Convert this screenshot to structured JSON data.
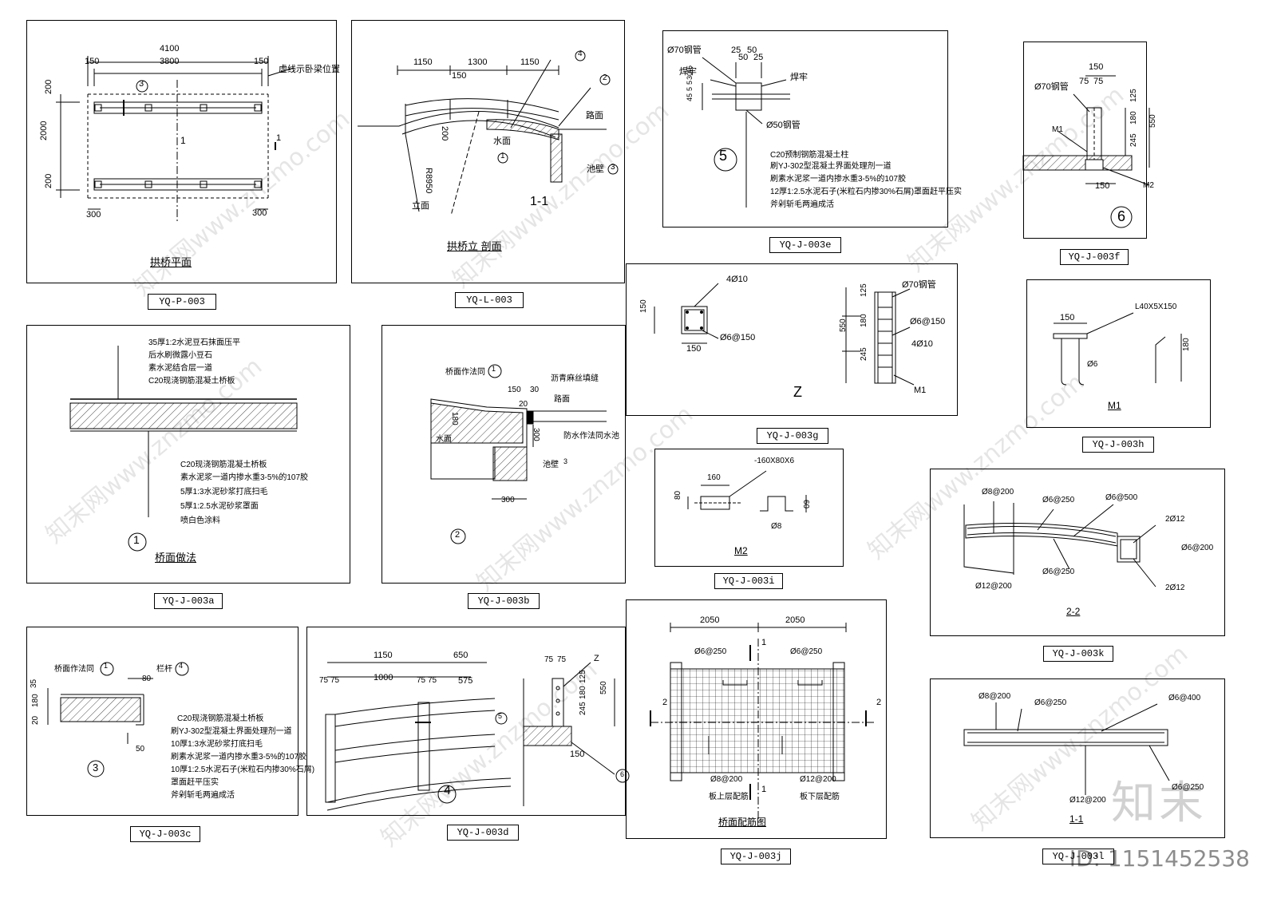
{
  "panels": {
    "p1": {
      "title": "拱桥平面",
      "code": "YQ-P-003",
      "dims": {
        "d4100": "4100",
        "d3800": "3800",
        "d150a": "150",
        "d150b": "150",
        "d200a": "200",
        "d2000": "2000",
        "d200b": "200",
        "d300a": "300",
        "d300b": "300"
      },
      "note": "虚线示卧梁位置",
      "mark1": "1",
      "mark3": "3"
    },
    "p2": {
      "title": "拱桥立 剖面",
      "code": "YQ-L-003",
      "dims": {
        "d1150a": "1150",
        "d1300": "1300",
        "d1150b": "1150",
        "d150": "150",
        "d200": "200",
        "r": "R8950"
      },
      "labels": {
        "road": "路面",
        "water": "水面",
        "wall": "池壁",
        "elev": "立面",
        "section": "1-1"
      },
      "marks": {
        "m1": "1",
        "m2": "2",
        "m3": "3",
        "m4": "4"
      }
    },
    "p3": {
      "code": "YQ-J-003e",
      "mark": "5",
      "labels": {
        "pipe70": "Ø70钢管",
        "pipe50": "Ø50钢管",
        "weld1": "焊牢",
        "weld2": "焊牢",
        "d25": "25",
        "d50": "50",
        "d50b": "50",
        "d25b": "25",
        "d5a": "5",
        "d5b": "5",
        "d30": "30",
        "d45a": "45",
        "d45b": "45"
      },
      "notes": [
        "C20预制钢筋混凝土柱",
        "刷YJ-302型混凝土界面处理剂一道",
        "刷素水泥浆一道内掺水重3-5%的107胶",
        "12厚1:2.5水泥石子(米粒石内掺30%石屑)罩面赶平压实",
        "斧剁斩毛两遍成活"
      ]
    },
    "p4": {
      "code": "YQ-J-003f",
      "mark": "6",
      "labels": {
        "pipe70": "Ø70钢管",
        "m1": "M1",
        "m2": "M2",
        "d150a": "150",
        "d75a": "75",
        "d75b": "75",
        "d125": "125",
        "d180": "180",
        "d245": "245",
        "d550": "550",
        "d150b": "150"
      }
    },
    "p5": {
      "code": "YQ-J-003g",
      "title": "Z",
      "labels": {
        "r4d10a": "4Ø10",
        "s6a": "Ø6@150",
        "d150a": "150",
        "d150b": "150",
        "pipe70": "Ø70钢管",
        "s6b": "Ø6@150",
        "r4d10b": "4Ø10",
        "m1": "M1",
        "d125": "125",
        "d180": "180",
        "d245": "245",
        "d550": "550"
      }
    },
    "p6": {
      "code": "YQ-J-003h",
      "title": "M1",
      "labels": {
        "angle": "L40X5X150",
        "d150": "150",
        "phi6": "Ø6",
        "d180": "180"
      }
    },
    "p7": {
      "code": "YQ-J-003a",
      "title": "桥面做法",
      "mark": "1",
      "notesTop": [
        "35厚1:2水泥豆石抹面压平",
        "后水刷微露小豆石",
        "素水泥结合层一道",
        "C20现浇钢筋混凝土桥板"
      ],
      "notesBottom": [
        "C20现浇钢筋混凝土桥板",
        "素水泥浆一道内掺水重3-5%的107胶",
        "5厚1:3水泥砂浆打底扫毛",
        "5厚1:2.5水泥砂浆罩面",
        "喷白色涂料"
      ]
    },
    "p8": {
      "code": "YQ-J-003b",
      "mark": "2",
      "labels": {
        "same": "桥面作法同",
        "asphalt": "沥青麻丝填缝",
        "road": "路面",
        "water": "水面",
        "waterproof": "防水作法同水池",
        "wall": "池壁",
        "d150": "150",
        "d30": "30",
        "d20": "20",
        "d180": "180",
        "d300a": "300",
        "d300b": "300",
        "refTop": "1",
        "refWall": "3"
      }
    },
    "p9": {
      "code": "YQ-J-003i",
      "title": "M2",
      "labels": {
        "plate": "-160X80X6",
        "d160": "160",
        "d80": "80",
        "d60": "60",
        "phi8": "Ø8"
      }
    },
    "p10": {
      "code": "YQ-J-003k",
      "title": "2-2",
      "labels": {
        "a": "Ø8@200",
        "b": "Ø6@250",
        "c": "Ø6@500",
        "d": "2Ø12",
        "e": "Ø6@200",
        "f": "Ø6@250",
        "g": "Ø12@200",
        "h": "2Ø12"
      }
    },
    "p11": {
      "code": "YQ-J-003c",
      "mark": "3",
      "labels": {
        "same": "桥面作法同",
        "rail": "栏杆",
        "ref1": "1",
        "ref4": "4",
        "d80": "80",
        "d35": "35",
        "d180": "180",
        "d20": "20",
        "d50": "50"
      },
      "notes": [
        "C20现浇钢筋混凝土桥板",
        "刷YJ-302型混凝土界面处理剂一道",
        "10厚1:3水泥砂浆打底扫毛",
        "刷素水泥浆一道内掺水重3-5%的107胶",
        "10厚1:2.5水泥石子(米粒石内掺30%石屑)",
        "罩面赶平压实",
        "斧剁斩毛两遍成活"
      ]
    },
    "p12": {
      "code": "YQ-J-003d",
      "mark": "4",
      "labels": {
        "d1150": "1150",
        "d650": "650",
        "d75a": "75",
        "d75b": "75",
        "d1000": "1000",
        "d75c": "75",
        "d75d": "75",
        "d575": "575",
        "m5": "5",
        "z": "Z",
        "d75e": "75",
        "d75f": "75",
        "d125": "125",
        "d180": "180",
        "d245": "245",
        "d550": "550",
        "d150": "150",
        "m6": "6"
      }
    },
    "p13": {
      "code": "YQ-J-003j",
      "title": "桥面配筋图",
      "labels": {
        "d2050a": "2050",
        "d2050b": "2050",
        "s6a": "Ø6@250",
        "s6b": "Ø6@250",
        "s8": "Ø8@200",
        "s12": "Ø12@200",
        "top": "板上层配筋",
        "bottom": "板下层配筋",
        "cut2a": "2",
        "cut2b": "2",
        "cut1a": "1",
        "cut1b": "1"
      }
    },
    "p14": {
      "code": "YQ-J-003l",
      "title": "1-1",
      "labels": {
        "a": "Ø8@200",
        "b": "Ø6@250",
        "c": "Ø6@400",
        "d": "Ø12@200",
        "e": "Ø6@250"
      }
    }
  },
  "watermark": {
    "text": "知末网www.znzmo.com",
    "brand": "知末",
    "id": "ID: 1151452538"
  }
}
